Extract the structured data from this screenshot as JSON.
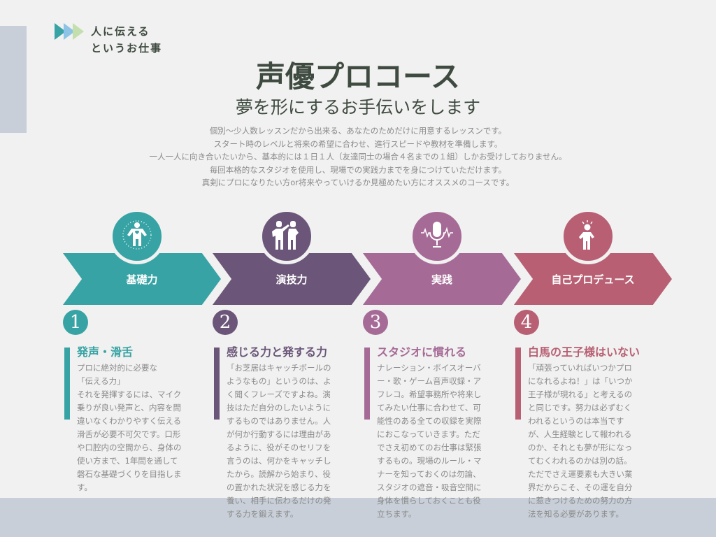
{
  "logo": {
    "line1": "人に伝える",
    "line2": "というお仕事",
    "colors": [
      "#37a3a4",
      "#8dc3e6",
      "#c3dfae"
    ]
  },
  "header": {
    "title": "声優プロコース",
    "subtitle": "夢を形にするお手伝いをします"
  },
  "intro": [
    "個別〜少人数レッスンだから出来る、あなたのためだけに用意するレッスンです。",
    "スタート時のレベルと将来の希望に合わせ、進行スピードや教材を準備します。",
    "一人一人に向き合いたいから、基本的には１日１人（友達同士の場合４名までの１組）しかお受けしておりません。",
    "毎回本格的なスタジオを使用し、現場での実践力までを身につけていただけます。",
    "真剣にプロになりたい方or将来やっていけるか見極めたい方にオススメのコースです。"
  ],
  "steps": [
    {
      "label": "基礎力",
      "number": "1",
      "icon": "body-heart-icon",
      "color": "#37a3a4",
      "title": "発声・滑舌",
      "body": "プロに絶対的に必要な\n「伝える力」\nそれを発揮するには、マイク乗りが良い発声と、内容を間違いなくわかりやすく伝える滑舌が必要不可欠です。口形や口腔内の空間から、身体の使い方まで、1年間を通して磐石な基礎づくりを目指します。"
    },
    {
      "label": "演技力",
      "number": "2",
      "icon": "actors-icon",
      "color": "#6b5679",
      "title": "感じる力と発する力",
      "body": "「お芝居はキャッチボールのようなもの」というのは、よく聞くフレーズですよね。演技はただ自分のしたいようにするものではありません。人が何か行動するには理由があるように、役がそのセリフを言うのは、何かをキャッチしたから。読解から始まり、役の置かれた状況を感じる力を養い、相手に伝わるだけの発する力を鍛えます。"
    },
    {
      "label": "実践",
      "number": "3",
      "icon": "microphone-icon",
      "color": "#a66a97",
      "title": "スタジオに慣れる",
      "body": "ナレーション・ボイスオーバー・歌・ゲーム音声収録・アフレコ。希望事務所や将来してみたい仕事に合わせて、可能性のある全ての収録を実際におこなっていきます。ただでさえ初めてのお仕事は緊張するもの。現場のルール・マナーを知っておくのは勿論、スタジオの遮音・吸音空間に身体を慣らしておくことも役立ちます。"
    },
    {
      "label": "自己プロデュース",
      "number": "4",
      "icon": "person-idea-icon",
      "color": "#b85f73",
      "title": "白馬の王子様はいない",
      "body": "「頑張っていればいつかプロになれるよね！」は「いつか王子様が現れる」と考えるのと同じです。努力は必ずむくわれるというのは本当ですが、人生経験として報われるのか、それとも夢が形になってむくわれるのかは別の話。ただでさえ運要素も大きい業界だからこそ、その運を自分に惹きつけるための努力の方法を知る必要があります。"
    }
  ]
}
